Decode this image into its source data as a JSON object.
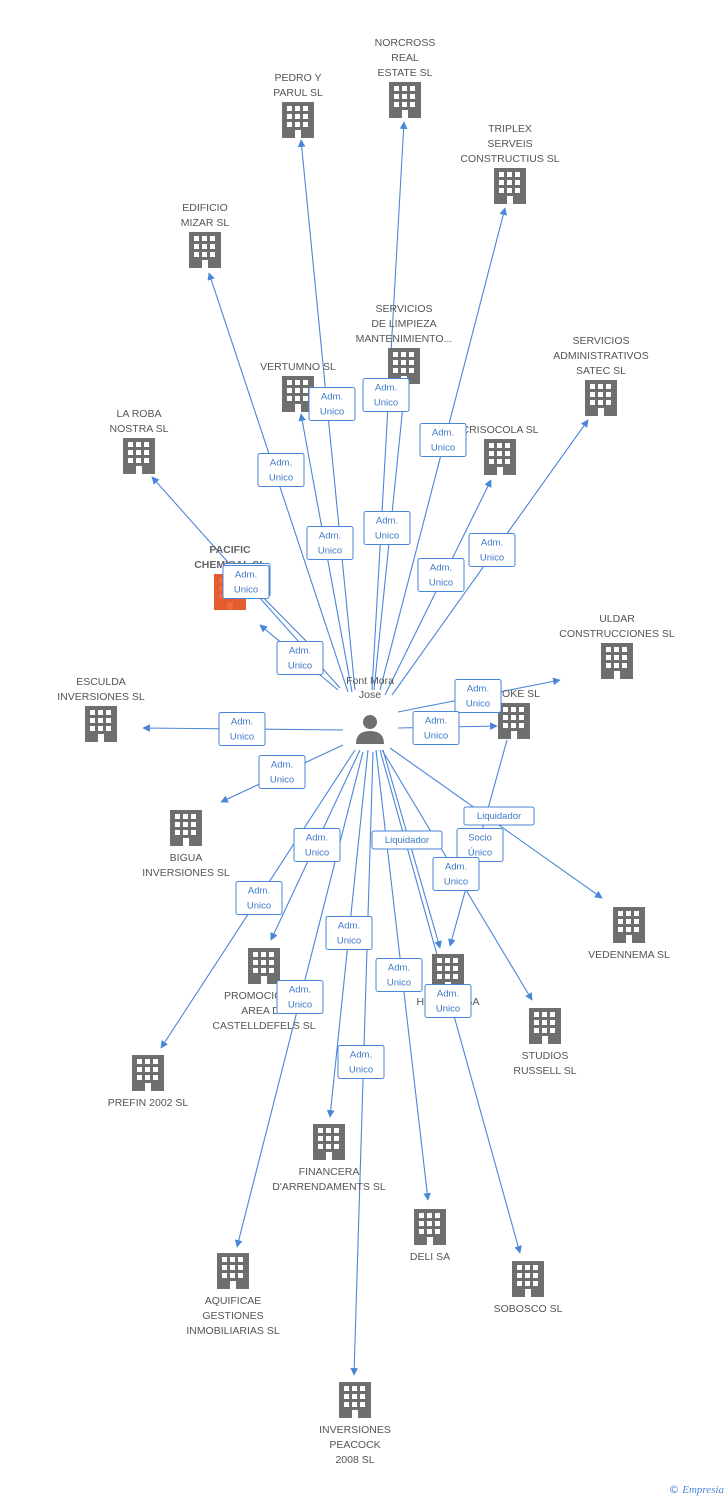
{
  "center": {
    "name": [
      "Font Mora",
      "Jose"
    ]
  },
  "colors": {
    "edge": "#4a86d8",
    "node": "#6f6f6f",
    "focus": "#f05a28",
    "label": "#555555"
  },
  "nodes": [
    {
      "id": "norcross",
      "label": [
        "NORCROSS",
        "REAL",
        "ESTATE SL"
      ]
    },
    {
      "id": "pedro",
      "label": [
        "PEDRO Y",
        "PARUL SL"
      ]
    },
    {
      "id": "triplex",
      "label": [
        "TRIPLEX",
        "SERVEIS",
        "CONSTRUCTIUS SL"
      ]
    },
    {
      "id": "edificio",
      "label": [
        "EDIFICIO",
        "MIZAR SL"
      ]
    },
    {
      "id": "limpieza",
      "label": [
        "SERVICIOS",
        "DE LIMPIEZA",
        "MANTENIMIENTO..."
      ]
    },
    {
      "id": "satec",
      "label": [
        "SERVICIOS",
        "ADMINISTRATIVOS",
        "SATEC SL"
      ]
    },
    {
      "id": "vertumno",
      "label": [
        "VERTUMNO SL"
      ]
    },
    {
      "id": "crisocola",
      "label": [
        "CRISOCOLA SL"
      ]
    },
    {
      "id": "laroba",
      "label": [
        "LA ROBA",
        "NOSTRA SL"
      ]
    },
    {
      "id": "pacific",
      "label": [
        "PACIFIC",
        "CHEMICAL SL"
      ],
      "focus": true
    },
    {
      "id": "uldar",
      "label": [
        "ULDAR",
        "CONSTRUCCIONES SL"
      ]
    },
    {
      "id": "esculda",
      "label": [
        "ESCULDA",
        "INVERSIONES SL"
      ]
    },
    {
      "id": "skoke",
      "label": [
        "SKOKE SL"
      ]
    },
    {
      "id": "bigua",
      "label": [
        "BIGUA",
        "INVERSIONES SL"
      ]
    },
    {
      "id": "vedennema",
      "label": [
        "VEDENNEMA SL"
      ]
    },
    {
      "id": "promocion",
      "label": [
        "PROMOCIONES",
        "AREA DE",
        "CASTELLDEFELS SL"
      ]
    },
    {
      "id": "heredia",
      "label": [
        "HEREDIA SA"
      ]
    },
    {
      "id": "studios",
      "label": [
        "STUDIOS",
        "RUSSELL SL"
      ]
    },
    {
      "id": "prefin",
      "label": [
        "PREFIN 2002 SL"
      ]
    },
    {
      "id": "financera",
      "label": [
        "FINANCERA",
        "D'ARRENDAMENTS SL"
      ]
    },
    {
      "id": "deli",
      "label": [
        "DELI SA"
      ]
    },
    {
      "id": "sobosco",
      "label": [
        "SOBOSCO SL"
      ]
    },
    {
      "id": "aquificae",
      "label": [
        "AQUIFICAE",
        "GESTIONES",
        "INMOBILIARIAS SL"
      ]
    },
    {
      "id": "peacock",
      "label": [
        "INVERSIONES",
        "PEACOCK",
        "2008 SL"
      ]
    }
  ],
  "relations": [
    {
      "to": "norcross",
      "label": [
        "Adm.",
        "Unico"
      ]
    },
    {
      "to": "pedro",
      "label": [
        "Adm.",
        "Unico"
      ]
    },
    {
      "to": "triplex",
      "label": [
        "Adm.",
        "Unico"
      ]
    },
    {
      "to": "edificio",
      "label": [
        "Adm.",
        "Unico"
      ]
    },
    {
      "to": "limpieza",
      "label": [
        "Adm.",
        "Unico"
      ]
    },
    {
      "to": "satec",
      "label": [
        "Adm.",
        "Unico"
      ]
    },
    {
      "to": "vertumno",
      "label": [
        "Adm.",
        "Unico"
      ]
    },
    {
      "to": "crisocola",
      "label": [
        "Adm.",
        "Unico"
      ]
    },
    {
      "to": "laroba",
      "label": [
        "Adm.",
        "Unico"
      ]
    },
    {
      "to": "pacific",
      "label": [
        "Adm.",
        "Unico"
      ]
    },
    {
      "to": "uldar",
      "label": [
        "Adm.",
        "Unico"
      ]
    },
    {
      "to": "esculda",
      "label": [
        "Adm.",
        "Unico"
      ]
    },
    {
      "to": "skoke",
      "label": [
        "Adm.",
        "Unico"
      ]
    },
    {
      "to": "bigua",
      "label": [
        "Adm.",
        "Unico"
      ]
    },
    {
      "to": "vedennema",
      "label": [
        "Liquidador"
      ]
    },
    {
      "to": "promocion",
      "label": [
        "Adm.",
        "Unico"
      ]
    },
    {
      "to": "heredia",
      "label": [
        "Liquidador"
      ]
    },
    {
      "to": "heredia",
      "label": [
        "Socio",
        "Único"
      ]
    },
    {
      "to": "studios",
      "label": [
        "Adm.",
        "Unico"
      ]
    },
    {
      "to": "prefin",
      "label": [
        "Adm.",
        "Unico"
      ]
    },
    {
      "to": "financera",
      "label": [
        "Adm.",
        "Unico"
      ]
    },
    {
      "to": "deli",
      "label": [
        "Adm.",
        "Unico"
      ]
    },
    {
      "to": "sobosco",
      "label": [
        "Adm.",
        "Unico"
      ]
    },
    {
      "to": "aquificae",
      "label": [
        "Adm.",
        "Unico"
      ]
    },
    {
      "to": "peacock",
      "label": [
        "Adm.",
        "Unico"
      ]
    },
    {
      "to": "pacific",
      "label": [
        "Adm.",
        "Unico"
      ]
    }
  ],
  "footer": {
    "copyright": "©",
    "brand": "Empresia"
  }
}
